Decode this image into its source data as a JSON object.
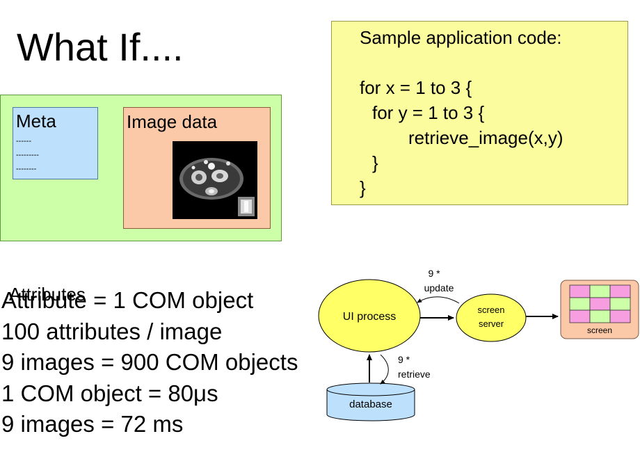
{
  "title": "What If....",
  "record": {
    "meta_label": "Meta",
    "meta_lines": [
      "------",
      "---------",
      "--------"
    ],
    "attributes_label": "Attributes",
    "image_label": "Image data"
  },
  "code": {
    "lines": [
      "Sample application code:",
      "for x = 1 to 3 {",
      "for y = 1 to 3 {",
      "retrieve_image(x,y)",
      "}",
      "}"
    ]
  },
  "facts": [
    "Attribute = 1 COM object",
    "100 attributes / image",
    "9 images = 900 COM objects",
    "1 COM object = 80μs",
    "9 images = 72 ms"
  ],
  "architecture": {
    "ui_process": "UI process",
    "screen_server_line1": "screen",
    "screen_server_line2": "server",
    "screen": "screen",
    "database": "database",
    "update_line1": "9 *",
    "update_line2": "update",
    "retrieve_line1": "9 *",
    "retrieve_line2": "retrieve",
    "colors": {
      "ellipse": "#ffff66",
      "screen_bg": "#fbc9a8",
      "cell_pink": "#f79ee0",
      "cell_green": "#ccffa8",
      "database": "#bde0fc"
    }
  }
}
